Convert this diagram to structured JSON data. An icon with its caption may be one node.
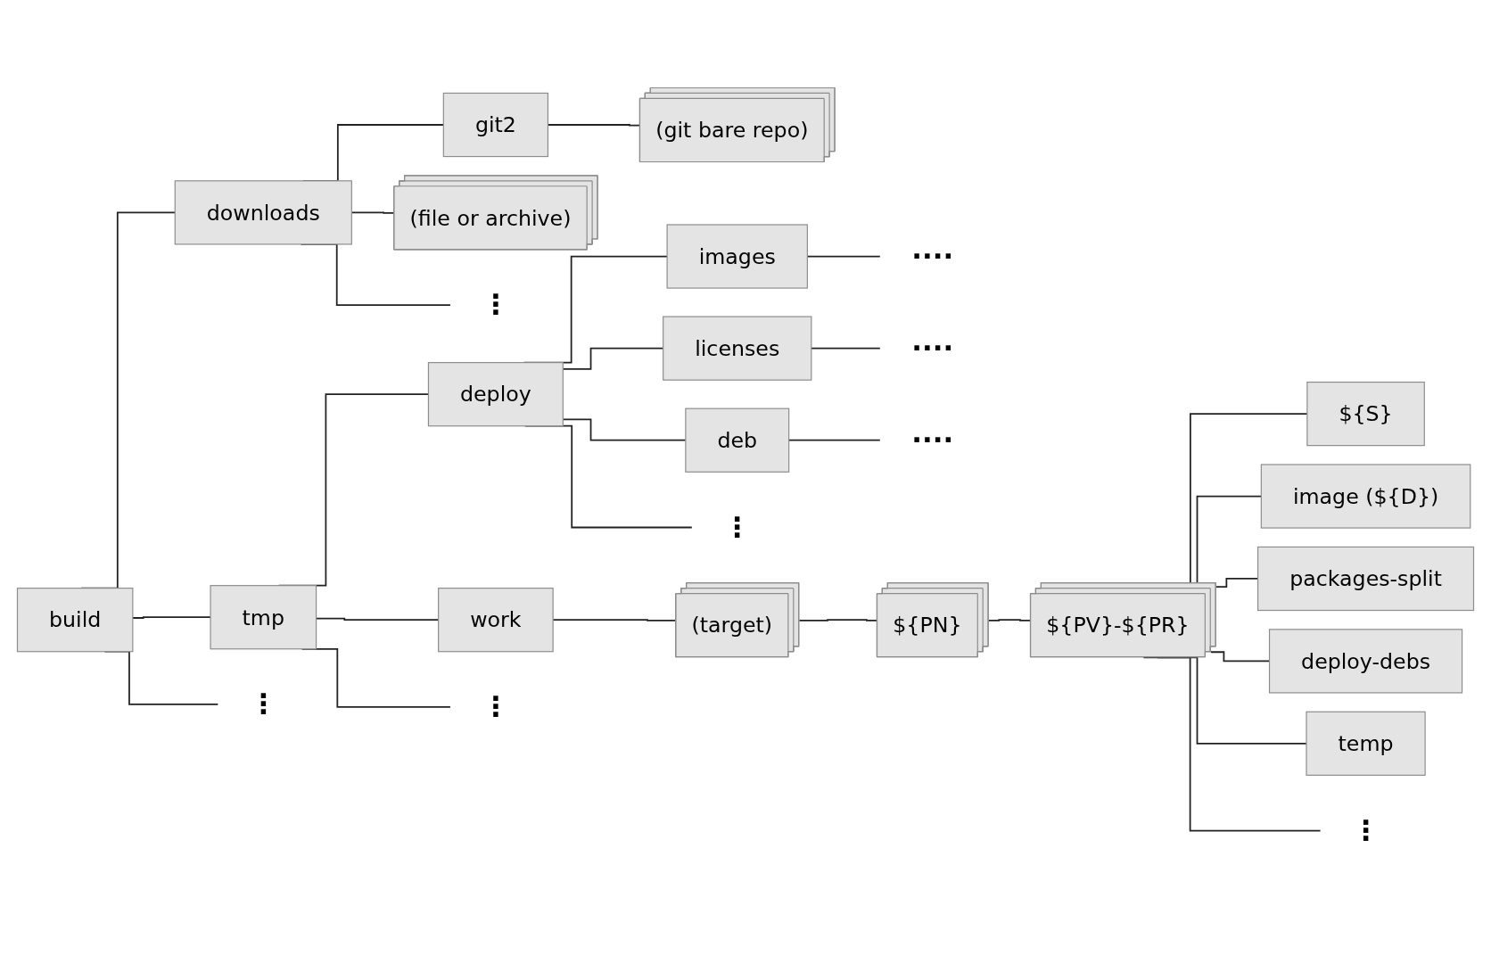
{
  "diagram": {
    "nodes": [
      {
        "text": [
          "build"
        ]
      },
      {
        "text": [
          "downloads"
        ]
      },
      {
        "text": [
          "git2"
        ]
      },
      {
        "text": [
          "(git bare repo)"
        ]
      },
      {
        "text": [
          "(file or archive)"
        ]
      },
      {
        "text": [
          "⋮"
        ]
      },
      {
        "text": [
          "tmp"
        ]
      },
      {
        "text": [
          "deploy"
        ]
      },
      {
        "text": [
          "images"
        ]
      },
      {
        "text": [
          "····"
        ]
      },
      {
        "text": [
          "licenses"
        ]
      },
      {
        "text": [
          "····"
        ]
      },
      {
        "text": [
          "deb"
        ]
      },
      {
        "text": [
          "····"
        ]
      },
      {
        "text": [
          "⋮"
        ]
      },
      {
        "text": [
          "work"
        ]
      },
      {
        "text": [
          "(target)"
        ]
      },
      {
        "text": [
          "${PN}"
        ]
      },
      {
        "text": [
          "${PV}-${PR}"
        ]
      },
      {
        "text": [
          "${S}"
        ]
      },
      {
        "text": [
          "image (${D})"
        ]
      },
      {
        "text": [
          "packages-split"
        ]
      },
      {
        "text": [
          "deploy-debs"
        ]
      },
      {
        "text": [
          "temp"
        ]
      },
      {
        "text": [
          "⋮"
        ]
      },
      {
        "text": [
          "⋮"
        ]
      },
      {
        "text": [
          "⋮"
        ]
      }
    ],
    "edges": [
      {
        "from": 0,
        "to": 1,
        "arrow": "none"
      },
      {
        "from": 1,
        "to": 2,
        "arrow": "none"
      },
      {
        "from": 2,
        "to": 3,
        "arrow": "none"
      },
      {
        "from": 1,
        "to": 4,
        "arrow": "none"
      },
      {
        "from": 1,
        "to": 5,
        "arrow": "none"
      },
      {
        "from": 0,
        "to": 6,
        "arrow": "none"
      },
      {
        "from": 6,
        "to": 7,
        "arrow": "none"
      },
      {
        "from": 7,
        "to": 8,
        "arrow": "none"
      },
      {
        "from": 8,
        "to": 9,
        "arrow": "none"
      },
      {
        "from": 7,
        "to": 10,
        "arrow": "none"
      },
      {
        "from": 10,
        "to": 11,
        "arrow": "none"
      },
      {
        "from": 7,
        "to": 12,
        "arrow": "none"
      },
      {
        "from": 12,
        "to": 13,
        "arrow": "none"
      },
      {
        "from": 7,
        "to": 14,
        "arrow": "none"
      },
      {
        "from": 6,
        "to": 15,
        "arrow": "none"
      },
      {
        "from": 15,
        "to": 16,
        "arrow": "none"
      },
      {
        "from": 16,
        "to": 17,
        "arrow": "none"
      },
      {
        "from": 17,
        "to": 18,
        "arrow": "none"
      },
      {
        "from": 18,
        "to": 19,
        "arrow": "none"
      },
      {
        "from": 18,
        "to": 20,
        "arrow": "none"
      },
      {
        "from": 18,
        "to": 21,
        "arrow": "none"
      },
      {
        "from": 18,
        "to": 22,
        "arrow": "none"
      },
      {
        "from": 18,
        "to": 23,
        "arrow": "none"
      },
      {
        "from": 18,
        "to": 24,
        "arrow": "none"
      },
      {
        "from": 6,
        "to": 25,
        "arrow": "none"
      },
      {
        "from": 0,
        "to": 26,
        "arrow": "none"
      }
    ]
  }
}
